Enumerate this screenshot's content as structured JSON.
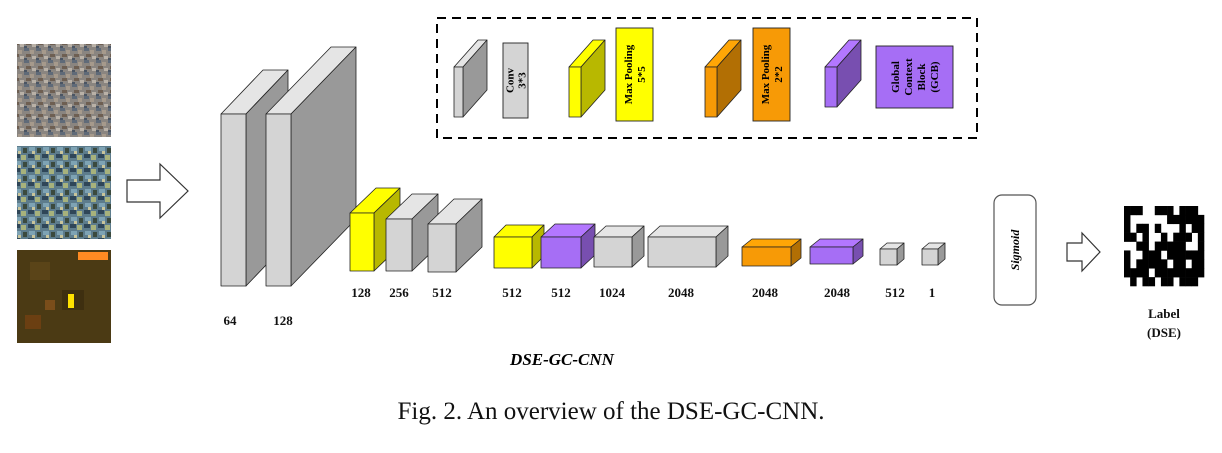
{
  "diagram": {
    "network_name": "DSE-GC-CNN",
    "caption": "Fig. 2. An overview of the DSE-GC-CNN.",
    "legend": {
      "conv": "Conv 3*3",
      "max_pool_5": "Max Pooling 5*5",
      "max_pool_2": "Max Pooling 2*2",
      "gcb": "Global Context Block (GCB)"
    },
    "layers": [
      {
        "label": "64",
        "kind": "conv"
      },
      {
        "label": "128",
        "kind": "conv"
      },
      {
        "label": "128",
        "kind": "max_pool_5"
      },
      {
        "label": "256",
        "kind": "conv"
      },
      {
        "label": "512",
        "kind": "conv"
      },
      {
        "label": "512",
        "kind": "max_pool_5"
      },
      {
        "label": "512",
        "kind": "gcb"
      },
      {
        "label": "1024",
        "kind": "conv"
      },
      {
        "label": "2048",
        "kind": "conv"
      },
      {
        "label": "2048",
        "kind": "max_pool_2"
      },
      {
        "label": "2048",
        "kind": "gcb"
      },
      {
        "label": "512",
        "kind": "conv"
      },
      {
        "label": "1",
        "kind": "conv"
      }
    ],
    "activation": "Sigmoid",
    "output_label": [
      "Label",
      "(DSE)"
    ],
    "colors": {
      "conv": "#d4d4d4",
      "max_pool_5": "#ffff00",
      "max_pool_2": "#f79a06",
      "gcb": "#a66ef5"
    },
    "input_images": [
      "input-image-1",
      "input-image-2",
      "input-image-3"
    ]
  }
}
